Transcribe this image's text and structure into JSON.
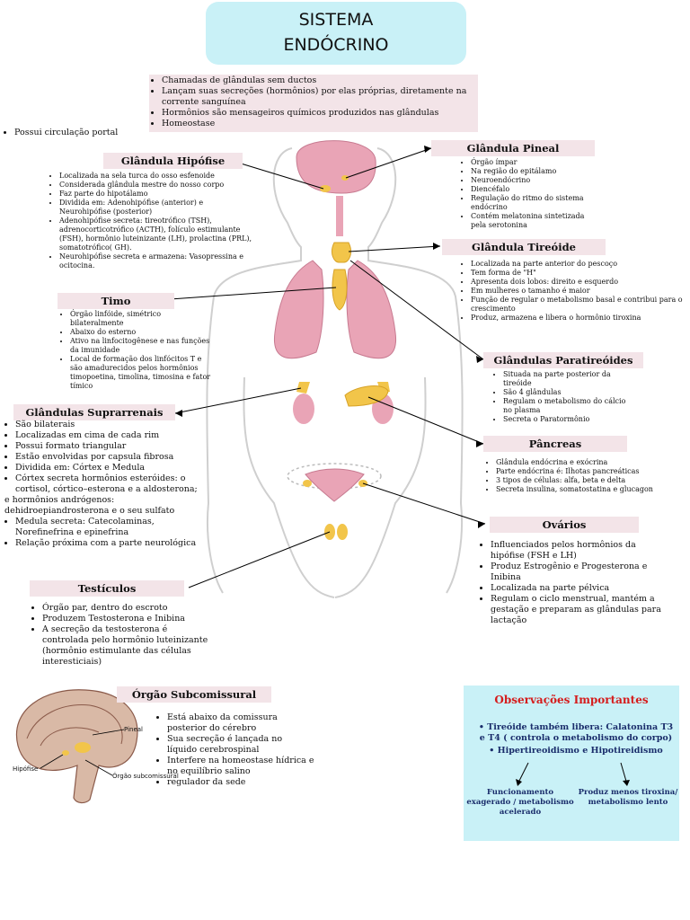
{
  "title": {
    "line1": "SISTEMA",
    "line2": "ENDÓCRINO"
  },
  "intro": [
    "Chamadas de glândulas sem ductos",
    "Lançam suas secreções (hormônios) por elas próprias, diretamente na corrente sanguínea",
    "Hormônios são mensageiros químicos produzidos nas glândulas",
    "Homeostase"
  ],
  "portal_note": "Possui circulação portal",
  "hipofise": {
    "heading": "Glândula Hipófise",
    "items": [
      "Localizada na sela turca do osso esfenoide",
      "Considerada glândula mestre do nosso corpo",
      "Faz parte do hipotálamo",
      "Dividida em: Adenohipófise (anterior) e Neurohipófise (posterior)",
      "Adenohipófise secreta: tireotrófico (TSH), adrenocorticotrófico (ACTH),  folículo estimulante (FSH), hormônio luteinizante (LH), prolactina (PRL), somatotrófico( GH).",
      "Neurohipófise secreta e armazena: Vasopressina e ocitocina."
    ]
  },
  "pineal": {
    "heading": "Glândula Pineal",
    "items": [
      "Órgão ímpar",
      "Na região do epitálamo",
      "Neuroendócrino",
      "Diencéfalo",
      "Regulação do ritmo do sistema endócrino",
      "Contém melatonina sintetizada pela serotonina"
    ]
  },
  "tireoide": {
    "heading": "Glândula Tireóide",
    "items": [
      "Localizada na parte anterior do pescoço",
      "Tem forma de \"H\"",
      "Apresenta dois lobos: direito e esquerdo",
      "Em mulheres o tamanho é maior",
      "Função de regular o metabolismo basal e contribui para o crescimento",
      "Produz, armazena e libera o hormônio tiroxina"
    ]
  },
  "timo": {
    "heading": "Timo",
    "items": [
      "Órgão linfóide, simétrico bilateralmente",
      "Abaixo do esterno",
      "Ativo na linfocitogênese e nas funções da imunidade",
      "Local de formação dos linfócitos T e são amadurecidos pelos hormônios timopoetina, timolina, timosina e fator tímico"
    ]
  },
  "paratireoides": {
    "heading": "Glândulas Paratireóides",
    "items": [
      "Situada na parte posterior da tireóide",
      "São 4 glândulas",
      "Regulam o metabolismo do cálcio no plasma",
      "Secreta o Paratormônio"
    ]
  },
  "suprarrenais": {
    "heading": "Glândulas Suprarrenais",
    "items": [
      "São bilaterais",
      "Localizadas em cima de cada rim",
      "Possui formato triangular",
      "Estão envolvidas por capsula fibrosa",
      "Dividida em: Córtex e Medula",
      "Córtex secreta hormônios esteróides: o cortisol, córtico–esterona e a aldosterona;"
    ],
    "continuation": "e hormônios andrógenos: dehidroepiandrosterona e o seu sulfato",
    "items2": [
      "Medula secreta: Catecolaminas, Norefinefrina e epinefrina",
      "Relação próxima com a parte neurológica"
    ]
  },
  "pancreas": {
    "heading": "Pâncreas",
    "items": [
      "Glândula endócrina e exócrina",
      "Parte endócrina é: Ilhotas pancreáticas",
      "3 tipos de células: alfa, beta e delta",
      "Secreta insulina, somatostatina e glucagon"
    ]
  },
  "ovarios": {
    "heading": "Ovários",
    "items": [
      "Influenciados pelos hormônios da hipófise (FSH e LH)",
      "Produz Estrogênio e Progesterona e Inibina",
      "Localizada na parte pélvica",
      "Regulam o ciclo menstrual, mantém a gestação e preparam as glândulas para lactação"
    ]
  },
  "testiculos": {
    "heading": "Testículos",
    "items": [
      "Órgão par, dentro do escroto",
      "Produzem Testosterona e Inibina",
      "A secreção da testosterona é controlada pelo hormônio luteinizante (hormônio estimulante das células interesticiais)"
    ]
  },
  "subcomissural": {
    "heading": "Órgão Subcomissural",
    "items": [
      "Está abaixo da comissura posterior do cérebro",
      "Sua secreção é lançada no líquido cerebrospinal",
      "Interfere na homeostase hídrica e no equilíbrio salino",
      "regulador da sede"
    ],
    "brain_labels": {
      "pineal": "Pineal",
      "hipofise": "Hipófise",
      "orgao": "Órgão subcomissural"
    }
  },
  "observacoes": {
    "title": "Observações Importantes",
    "items": [
      "Tireóide também libera: Calatonina T3 e T4 ( controla o metabolismo do corpo)",
      "Hipertireoidismo  e Hipotireidismo"
    ],
    "left": "Funcionamento exagerado / metabolismo acelerado",
    "right": "Produz menos tiroxina/ metabolismo lento"
  },
  "colors": {
    "title_bg": "#c9f1f7",
    "heading_bg": "#f3e4e8",
    "organ_pink": "#e9a4b6",
    "gland_yellow": "#f2c54a",
    "obs_title": "#d51c1c",
    "obs_text": "#1a2d6b"
  }
}
